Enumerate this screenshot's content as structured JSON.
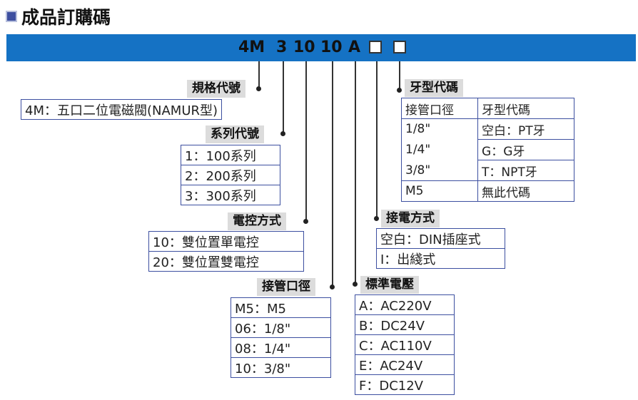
{
  "title": "成品訂購碼",
  "code": {
    "part1": "4M",
    "part2": "3",
    "part3": "10",
    "part4": "10",
    "part5": "A"
  },
  "groups": {
    "spec": {
      "label": "規格代號",
      "rows": [
        "4M：五口二位電磁閥(NAMUR型)"
      ]
    },
    "series": {
      "label": "系列代號",
      "rows": [
        "1：100系列",
        "2：200系列",
        "3：300系列"
      ]
    },
    "control": {
      "label": "電控方式",
      "rows": [
        "10：雙位置單電控",
        "20：雙位置雙電控"
      ]
    },
    "port": {
      "label": "接管口徑",
      "rows": [
        "M5：M5",
        "06：1/8\"",
        "08：1/4\"",
        "10：3/8\""
      ]
    },
    "voltage": {
      "label": "標準電壓",
      "rows": [
        "A：AC220V",
        "B：DC24V",
        "C：AC110V",
        "E：AC24V",
        "F：DC12V"
      ]
    },
    "connection": {
      "label": "接電方式",
      "rows": [
        "空白：DIN插座式",
        "I：出綫式"
      ]
    },
    "thread": {
      "label": "牙型代碼",
      "header": [
        "接管口徑",
        "牙型代碼"
      ],
      "sizes": [
        "1/8\"",
        "1/4\"",
        "3/8\""
      ],
      "codes": [
        "空白：PT牙",
        "G：G牙",
        "T：NPT牙"
      ],
      "last": [
        "M5",
        "無此代碼"
      ]
    }
  }
}
